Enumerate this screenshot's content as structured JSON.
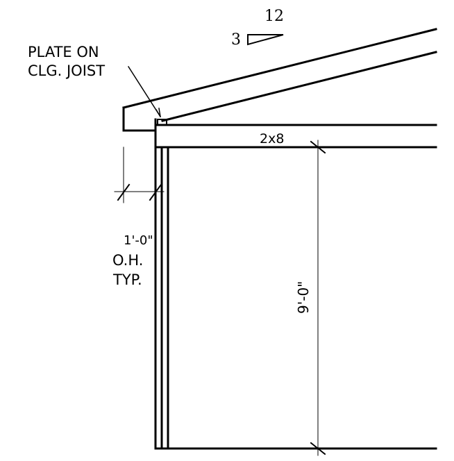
{
  "slope": {
    "rise": "3",
    "run": "12"
  },
  "callout": {
    "line1": "PLATE ON",
    "line2": "CLG. JOIST"
  },
  "joist_label": "2x8",
  "overhang": {
    "dimension": "1'-0\"",
    "line2": "O.H.",
    "line3": "TYP."
  },
  "wall_height": "9'-0\"",
  "colors": {
    "ink": "#000000",
    "paper": "#ffffff"
  }
}
